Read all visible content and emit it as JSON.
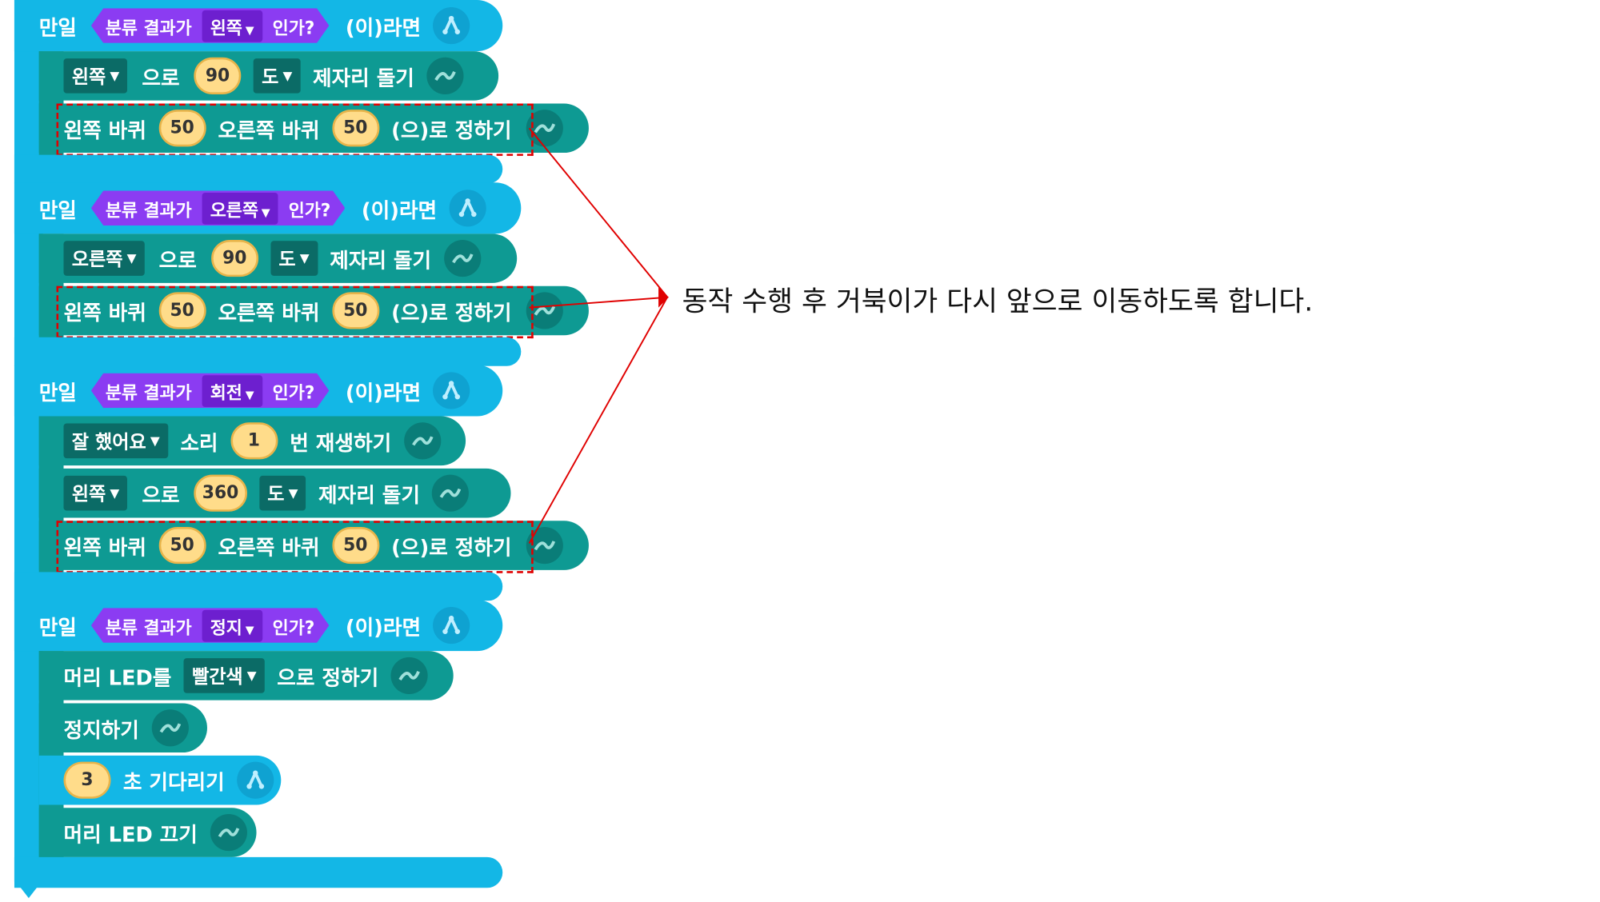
{
  "common": {
    "if_label": "만일",
    "classify_label": "분류 결과가",
    "is_label": "인가?",
    "then_label": "(이)라면",
    "dir_suffix": "으로",
    "deg_label": "도",
    "spin_label": "제자리 돌기",
    "left_wheel": "왼쪽 바퀴",
    "right_wheel": "오른쪽 바퀴",
    "set_label": "(으)로 정하기",
    "dropdown_arrow": "▼"
  },
  "blocks": [
    {
      "class_value": "왼쪽",
      "turn": {
        "dir": "왼쪽",
        "degrees": "90"
      },
      "wheels": {
        "left": "50",
        "right": "50"
      }
    },
    {
      "class_value": "오른쪽",
      "turn": {
        "dir": "오른쪽",
        "degrees": "90"
      },
      "wheels": {
        "left": "50",
        "right": "50"
      }
    },
    {
      "class_value": "회전",
      "sound": {
        "name": "잘 했어요",
        "label": "소리",
        "count": "1",
        "suffix": "번 재생하기"
      },
      "turn": {
        "dir": "왼쪽",
        "degrees": "360"
      },
      "wheels": {
        "left": "50",
        "right": "50"
      }
    },
    {
      "class_value": "정지",
      "led": {
        "label": "머리 LED를",
        "color": "빨간색",
        "suffix": "으로 정하기"
      },
      "stop_label": "정지하기",
      "wait": {
        "seconds": "3",
        "label": "초 기다리기"
      },
      "led_off_label": "머리 LED 끄기"
    }
  ],
  "annotation": "동작 수행 후 거북이가 다시 앞으로 이동하도록 합니다.",
  "colors": {
    "control_blue": "#13B7E6",
    "motion_teal": "#0E9A93",
    "classify_purple": "#8B3CF2",
    "number_yellow": "#FFDC8A",
    "annotation_red": "#E00000"
  }
}
